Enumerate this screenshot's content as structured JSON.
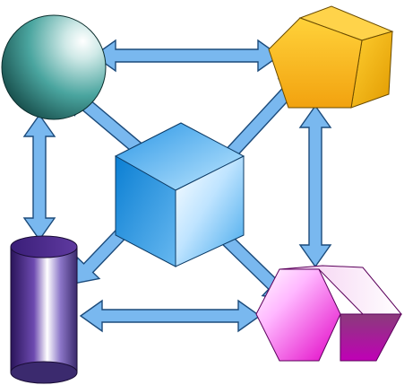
{
  "diagram": {
    "nodes": [
      {
        "id": "sphere",
        "shape": "sphere",
        "color": "#2f8f88"
      },
      {
        "id": "pentagon",
        "shape": "pentagonal-prism",
        "color": "#f2c21b"
      },
      {
        "id": "cube",
        "shape": "cube",
        "color": "#2f96d8"
      },
      {
        "id": "cylinder",
        "shape": "cylinder",
        "color": "#4b2a86"
      },
      {
        "id": "hexagon",
        "shape": "hexagonal-prism",
        "color": "#e000c8"
      }
    ],
    "edges": [
      {
        "from": "sphere",
        "to": "pentagon",
        "bidirectional": true
      },
      {
        "from": "sphere",
        "to": "cylinder",
        "bidirectional": true
      },
      {
        "from": "pentagon",
        "to": "hexagon",
        "bidirectional": true
      },
      {
        "from": "cylinder",
        "to": "hexagon",
        "bidirectional": true
      },
      {
        "from": "cube",
        "to": "sphere",
        "bidirectional": true
      },
      {
        "from": "cube",
        "to": "pentagon",
        "bidirectional": true
      },
      {
        "from": "cube",
        "to": "cylinder",
        "bidirectional": true
      },
      {
        "from": "cube",
        "to": "hexagon",
        "bidirectional": true
      }
    ],
    "arrow_fill": "#79b8ef",
    "arrow_stroke": "#1c4b7b"
  }
}
